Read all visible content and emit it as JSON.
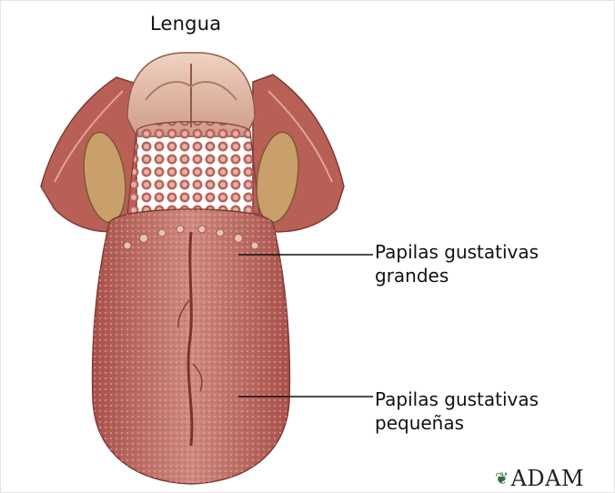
{
  "title": "Lengua",
  "labels": {
    "large_papillae": [
      "Papilas gustativas",
      "grandes"
    ],
    "small_papillae": [
      "Papilas gustativas",
      "pequeñas"
    ]
  },
  "logo": {
    "text": "ADAM",
    "icon": "leaf-icon"
  },
  "colors": {
    "tongue": "#c8736b",
    "tongue_dark": "#9e4e48",
    "throat": "#e2b9a6",
    "tonsil": "#c9a06b"
  }
}
